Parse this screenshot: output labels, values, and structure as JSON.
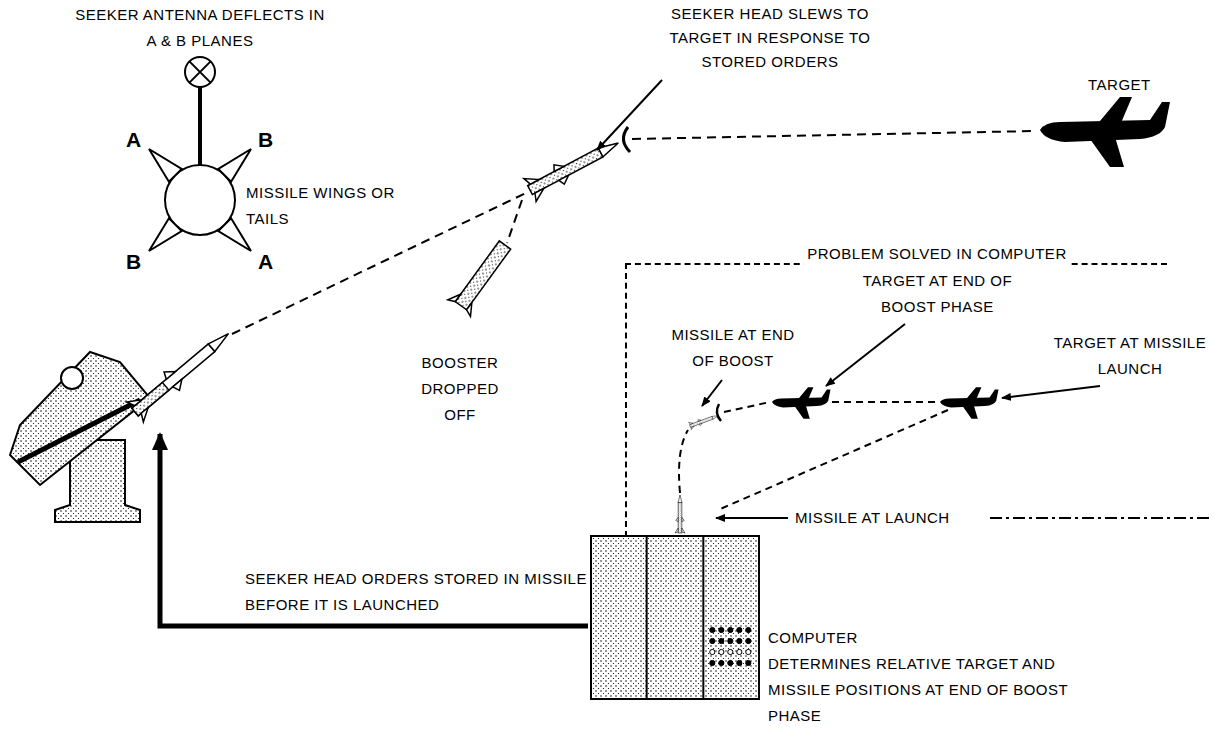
{
  "diagram": {
    "nodes": [
      {
        "text": [
          "PROBLEM SOLVED IN COMPUTER"
        ]
      },
      {
        "text": [
          "COMPUTER",
          "DETERMINES RELATIVE TARGET AND MISSILE POSITIONS AT END OF BOOST PHASE"
        ]
      }
    ],
    "labels": [
      "SEEKER ANTENNA DEFLECTS IN A & B PLANES",
      "A",
      "B",
      "B",
      "A",
      "MISSILE WINGS OR TAILS",
      "SEEKER HEAD SLEWS TO TARGET IN RESPONSE TO STORED ORDERS",
      "TARGET",
      "BOOSTER DROPPED OFF",
      "MISSILE AT END OF BOOST",
      "TARGET AT END OF BOOST PHASE",
      "TARGET AT MISSILE LAUNCH",
      "MISSILE AT LAUNCH",
      "SEEKER HEAD ORDERS STORED IN MISSILE BEFORE IT IS LAUNCHED"
    ]
  }
}
